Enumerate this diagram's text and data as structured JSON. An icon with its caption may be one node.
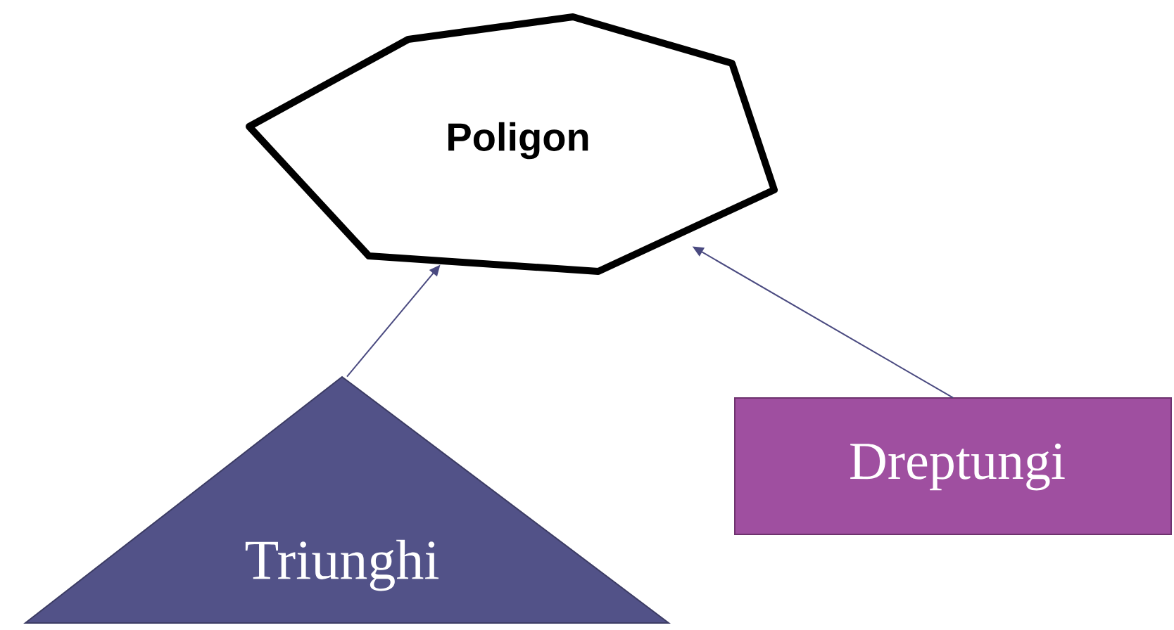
{
  "diagram": {
    "nodes": [
      {
        "text": [
          "Poligon"
        ]
      },
      {
        "text": [
          "Triunghi"
        ]
      },
      {
        "text": [
          "Dreptungi"
        ]
      }
    ],
    "edges": [
      {
        "from": 1,
        "to": 0,
        "arrow": "to"
      },
      {
        "from": 2,
        "to": 0,
        "arrow": "to"
      }
    ]
  }
}
